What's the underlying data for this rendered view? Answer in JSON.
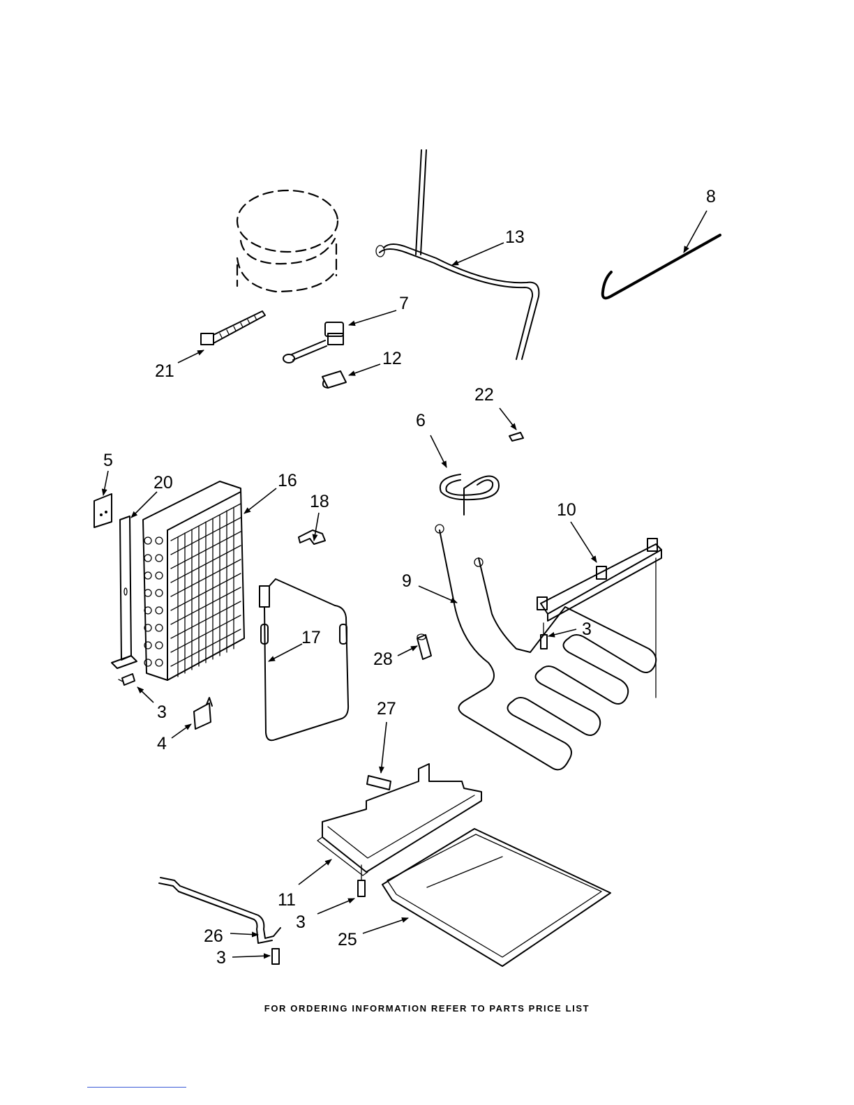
{
  "callouts": [
    "8",
    "13",
    "7",
    "21",
    "12",
    "22",
    "6",
    "5",
    "20",
    "16",
    "18",
    "10",
    "9",
    "3",
    "17",
    "28",
    "3",
    "27",
    "4",
    "11",
    "3",
    "26",
    "25",
    "3"
  ],
  "footer": "FOR ORDERING INFORMATION REFER TO PARTS PRICE LIST",
  "colors": {
    "line": "#000000",
    "background": "#ffffff",
    "rule": "#3b5bd6"
  }
}
